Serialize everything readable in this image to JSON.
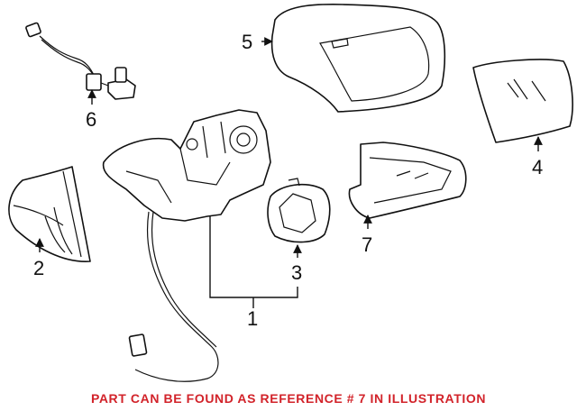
{
  "callouts": {
    "c1": "1",
    "c2": "2",
    "c3": "3",
    "c4": "4",
    "c5": "5",
    "c6": "6",
    "c7": "7"
  },
  "note": "PART CAN BE FOUND AS REFERENCE # 7 IN ILLUSTRATION",
  "colors": {
    "note": "#d2232a",
    "line": "#111111",
    "background": "#ffffff"
  }
}
